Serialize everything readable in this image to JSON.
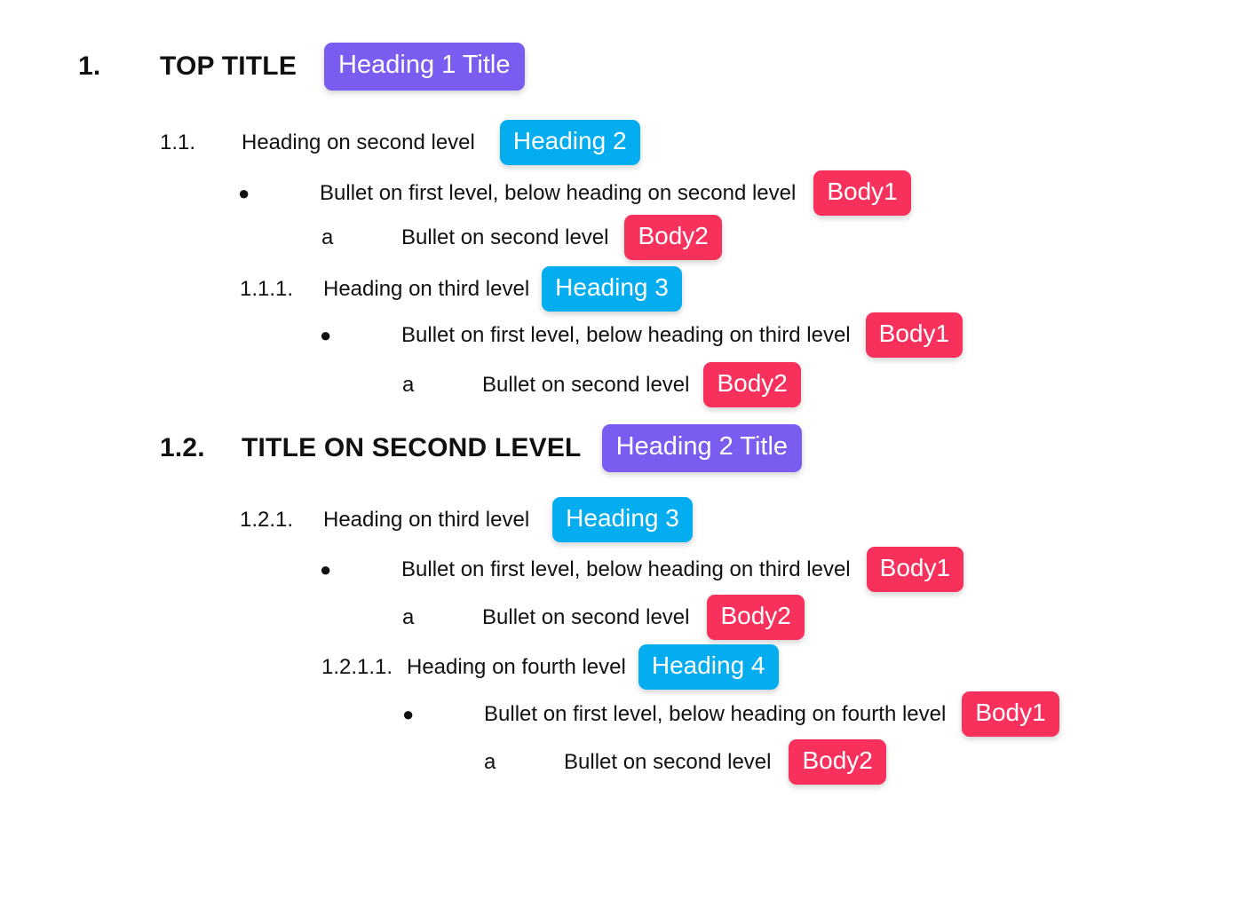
{
  "document": {
    "background_color": "#ffffff",
    "text_color": "#111111",
    "style_colors": {
      "title_badge": "#7B5CF0",
      "heading_badge": "#04ADEF",
      "body_badge": "#F8305C"
    },
    "rows": [
      {
        "number": "1.",
        "marker": "",
        "text": "TOP TITLE",
        "badge": "Heading 1 Title",
        "badge_color": "purple"
      },
      {
        "number": "1.1.",
        "marker": "",
        "text": "Heading on second level",
        "badge": "Heading 2",
        "badge_color": "cyan"
      },
      {
        "number": "",
        "marker": "●",
        "text": "Bullet on first level, below heading on second level",
        "badge": "Body1",
        "badge_color": "pink"
      },
      {
        "number": "",
        "marker": "a",
        "text": "Bullet on second level",
        "badge": "Body2",
        "badge_color": "pink"
      },
      {
        "number": "1.1.1.",
        "marker": "",
        "text": "Heading on third level",
        "badge": "Heading 3",
        "badge_color": "cyan"
      },
      {
        "number": "",
        "marker": "●",
        "text": "Bullet on first level, below heading on third level",
        "badge": "Body1",
        "badge_color": "pink"
      },
      {
        "number": "",
        "marker": "a",
        "text": "Bullet on second level",
        "badge": "Body2",
        "badge_color": "pink"
      },
      {
        "number": "1.2.",
        "marker": "",
        "text": "TITLE ON SECOND LEVEL",
        "badge": "Heading 2 Title",
        "badge_color": "purple"
      },
      {
        "number": "1.2.1.",
        "marker": "",
        "text": "Heading on third level",
        "badge": "Heading 3",
        "badge_color": "cyan"
      },
      {
        "number": "",
        "marker": "●",
        "text": "Bullet on first level, below heading on third level",
        "badge": "Body1",
        "badge_color": "pink"
      },
      {
        "number": "",
        "marker": "a",
        "text": "Bullet on second level",
        "badge": "Body2",
        "badge_color": "pink"
      },
      {
        "number": "1.2.1.1.",
        "marker": "",
        "text": "Heading on fourth level",
        "badge": "Heading 4",
        "badge_color": "cyan"
      },
      {
        "number": "",
        "marker": "●",
        "text": "Bullet on first level, below heading on fourth level",
        "badge": "Body1",
        "badge_color": "pink"
      },
      {
        "number": "",
        "marker": "a",
        "text": "Bullet on second level",
        "badge": "Body2",
        "badge_color": "pink"
      }
    ]
  }
}
